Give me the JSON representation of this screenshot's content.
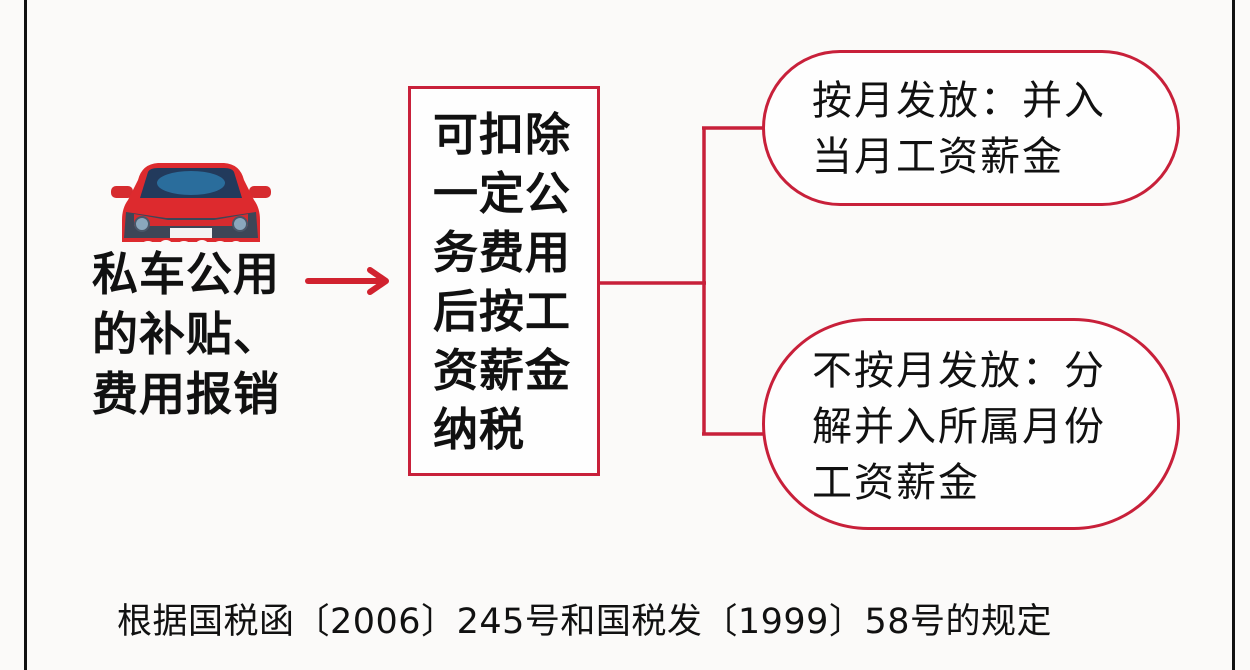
{
  "colors": {
    "accent_red": "#c8203a",
    "text": "#111111",
    "background": "#fbfaf9"
  },
  "source_node": {
    "icon": "red-car-icon",
    "lines": [
      "私车公用",
      "的补贴、",
      "费用报销"
    ]
  },
  "arrow": {
    "icon": "right-arrow-icon"
  },
  "middle_node": {
    "lines": [
      "可扣除",
      "一定公",
      "务费用",
      "后按工",
      "资薪金",
      "纳税"
    ]
  },
  "branches": [
    {
      "lines": [
        "按月发放：并入",
        "当月工资薪金"
      ]
    },
    {
      "lines": [
        "不按月发放：分",
        "解并入所属月份",
        "工资薪金"
      ]
    }
  ],
  "caption": "根据国税函〔2006〕245号和国税发〔1999〕58号的规定"
}
